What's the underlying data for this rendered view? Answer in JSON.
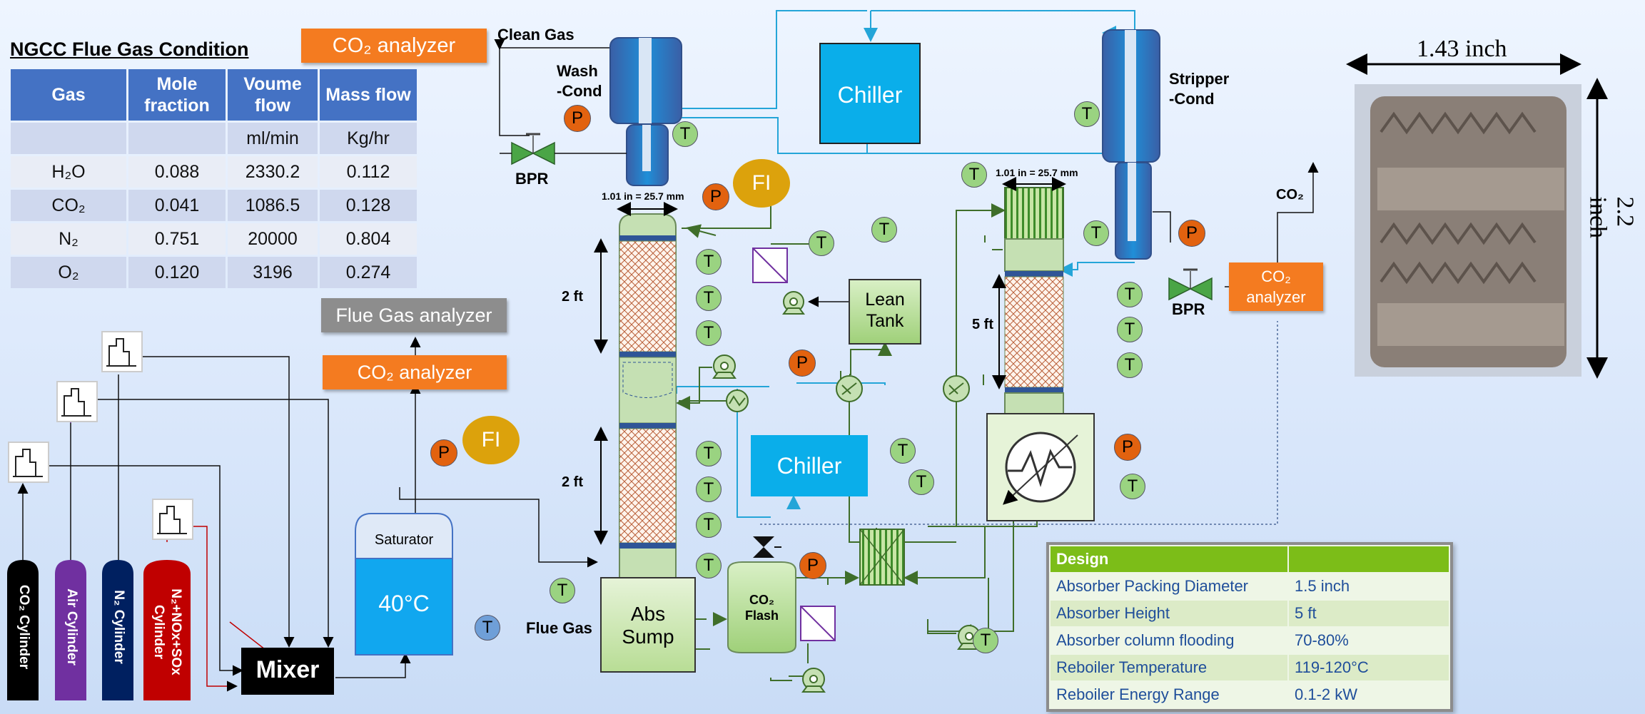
{
  "gas_table": {
    "title": "NGCC Flue Gas Condition",
    "headers": [
      "Gas",
      "Mole fraction",
      "Voume flow",
      "Mass flow"
    ],
    "units": [
      "",
      "",
      "ml/min",
      "Kg/hr"
    ],
    "rows": [
      {
        "gas": "H₂O",
        "mole": "0.088",
        "vol": "2330.2",
        "mass": "0.112"
      },
      {
        "gas": "CO₂",
        "mole": "0.041",
        "vol": "1086.5",
        "mass": "0.128"
      },
      {
        "gas": "N₂",
        "mole": "0.751",
        "vol": "20000",
        "mass": "0.804"
      },
      {
        "gas": "O₂",
        "mole": "0.120",
        "vol": "3196",
        "mass": "0.274"
      }
    ]
  },
  "design_table": {
    "headers": [
      "Design",
      ""
    ],
    "rows": [
      {
        "label": "Absorber Packing Diameter",
        "value": "1.5 inch"
      },
      {
        "label": "Absorber Height",
        "value": "5 ft"
      },
      {
        "label": "Absorber column flooding",
        "value": "70-80%"
      },
      {
        "label": "Reboiler Temperature",
        "value": "119-120°C"
      },
      {
        "label": "Reboiler Energy Range",
        "value": "0.1-2 kW"
      }
    ]
  },
  "photo": {
    "width_label": "1.43 inch",
    "height_label": "2.2 inch"
  },
  "labels": {
    "co2_analyzer": "CO₂ analyzer",
    "co2_analyzer_split_1": "CO₂",
    "co2_analyzer_split_2": "analyzer",
    "flue_gas_analyzer": "Flue Gas analyzer",
    "clean_gas": "Clean Gas",
    "wash_cond_1": "Wash",
    "wash_cond_2": "-Cond",
    "stripper_cond_1": "Stripper",
    "stripper_cond_2": "-Cond",
    "chiller": "Chiller",
    "bpr": "BPR",
    "dim_absorber": "1.01 in = 25.7 mm",
    "dim_stripper": "1.01 in = 25.7 mm",
    "two_ft_upper": "2 ft",
    "two_ft_lower": "2 ft",
    "five_ft": "5 ft",
    "lean_tank_1": "Lean",
    "lean_tank_2": "Tank",
    "abs_sump_1": "Abs",
    "abs_sump_2": "Sump",
    "flue_gas": "Flue Gas",
    "co2_flash_1": "CO₂",
    "co2_flash_2": "Flash",
    "saturator": "Saturator",
    "saturator_temp": "40°C",
    "mixer": "Mixer",
    "co2_out": "CO₂",
    "fi": "FI",
    "p": "P",
    "t": "T"
  },
  "cylinders": [
    {
      "label": "CO₂ Cylinder",
      "color": "#000000"
    },
    {
      "label": "Air Cylinder",
      "color": "#7030a0"
    },
    {
      "label": "N₂ Cylinder",
      "color": "#002060"
    },
    {
      "label": "N₂+NOx+SOx Cylinder",
      "color": "#c00000"
    }
  ],
  "colors": {
    "table_header": "#4472c4",
    "design_header": "#7cbd18",
    "analyzer_orange": "#f47b20",
    "analyzer_gray": "#8d8d8d",
    "chiller_blue": "#0aaeea",
    "pressure_orange": "#e2620f",
    "temp_green": "#9ad381",
    "flow_gold": "#dca20c",
    "column_green": "#c5e0b3",
    "pipe_blue": "#24a5d8",
    "pipe_green": "#3f6e2a"
  }
}
